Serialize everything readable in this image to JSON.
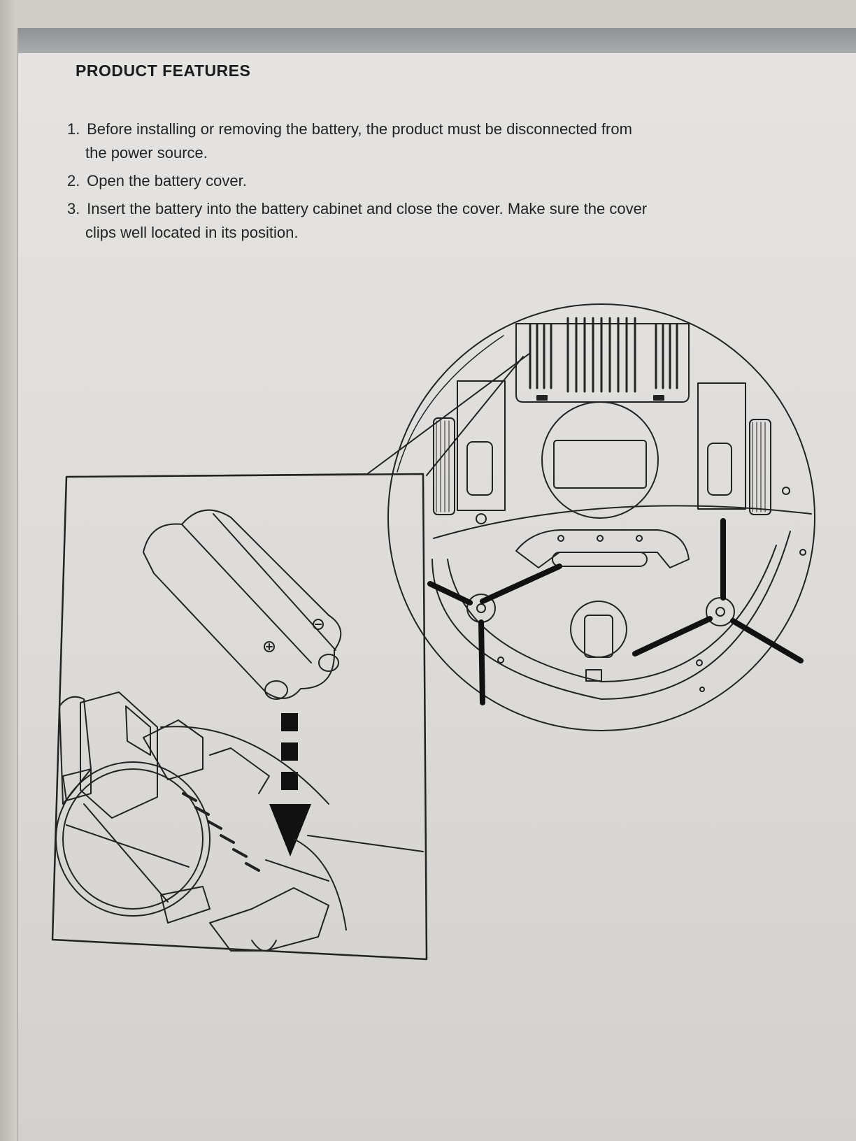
{
  "section": {
    "title": "PRODUCT FEATURES"
  },
  "steps": [
    {
      "number": "1.",
      "text": "Before installing or removing the battery, the product must be disconnected from",
      "continuation": "the power source."
    },
    {
      "number": "2.",
      "text": "Open the battery cover.",
      "continuation": ""
    },
    {
      "number": "3.",
      "text": "Insert the battery into the battery cabinet and close the cover. Make sure the cover",
      "continuation": "clips well located in its position."
    }
  ],
  "illustration": {
    "icon": "battery-installation-diagram",
    "battery_marks": {
      "plus": "⊕",
      "minus": "⊖"
    }
  }
}
